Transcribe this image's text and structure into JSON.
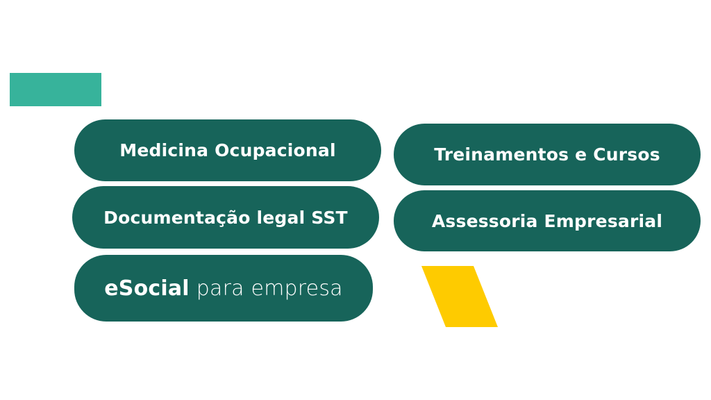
{
  "colors": {
    "pill": "#17645a",
    "accent_teal": "#37b39b",
    "accent_yellow": "#fecb00"
  },
  "services": [
    {
      "label": "Medicina Ocupacional"
    },
    {
      "label": "Documentação legal SST"
    },
    {
      "label_bold": "eSocial",
      "label_light": "para empresa"
    },
    {
      "label": "Treinamentos e Cursos"
    },
    {
      "label": "Assessoria Empresarial"
    }
  ]
}
